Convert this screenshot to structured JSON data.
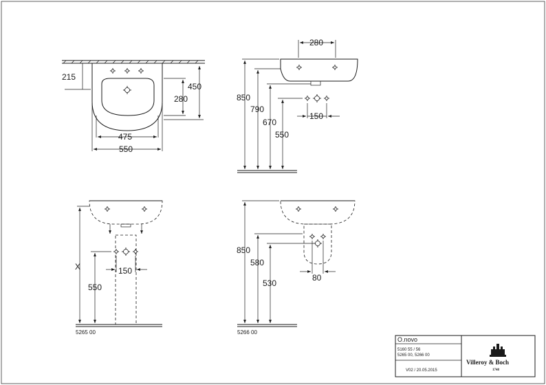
{
  "views": {
    "top": {
      "dim_215": "215",
      "dim_450": "450",
      "dim_280": "280",
      "dim_475": "475",
      "dim_550": "550"
    },
    "side": {
      "dim_280": "280",
      "dim_850": "850",
      "dim_790": "790",
      "dim_670": "670",
      "dim_550": "550",
      "dim_150": "150"
    },
    "pedestal_front": {
      "dim_x": "X",
      "dim_550": "550",
      "dim_150": "150",
      "part_number": "5265 00"
    },
    "semi_pedestal_side": {
      "dim_850": "850",
      "dim_580": "580",
      "dim_530": "530",
      "dim_80": "80",
      "part_number": "5266 00"
    }
  },
  "title_block": {
    "product_name": "O.novo",
    "code_line_1": "5160 55 / 56",
    "code_line_2": "5265 00, 5266 00",
    "version": "V02 / 20.05.2015",
    "brand_name": "Villeroy & Boch",
    "brand_year": "1748",
    "logo_icon": "castle-logo-icon"
  }
}
